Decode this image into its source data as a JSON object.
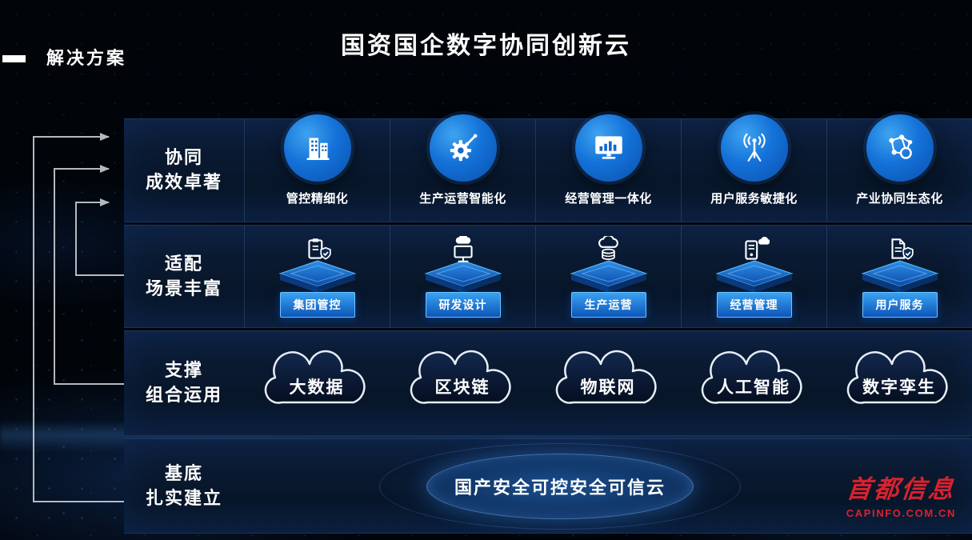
{
  "header": {
    "section_label": "解决方案",
    "title": "国资国企数字协同创新云"
  },
  "colors": {
    "accent_blue": "#1f7fe0",
    "deep_blue": "#0b2550",
    "panel_blue": "#0a1a33",
    "arrow_gray": "#c2c9cf",
    "logo_red": "#d8222f",
    "text": "#ffffff"
  },
  "bands": [
    {
      "name": "协同成效卓著",
      "label_lines": [
        "协同",
        "成效卓著"
      ],
      "items": [
        {
          "label": "管控精细化",
          "icon": "buildings-icon"
        },
        {
          "label": "生产运营智能化",
          "icon": "gear-icon"
        },
        {
          "label": "经营管理一体化",
          "icon": "monitor-chart-icon"
        },
        {
          "label": "用户服务敏捷化",
          "icon": "signal-tower-icon"
        },
        {
          "label": "产业协同生态化",
          "icon": "network-nodes-icon"
        }
      ]
    },
    {
      "name": "适配场景丰富",
      "label_lines": [
        "适配",
        "场景丰富"
      ],
      "items": [
        {
          "label": "集团管控",
          "icon": "clipboard-shield-icon"
        },
        {
          "label": "研发设计",
          "icon": "monitor-cloud-icon"
        },
        {
          "label": "生产运营",
          "icon": "cloud-database-icon"
        },
        {
          "label": "经营管理",
          "icon": "server-cloud-icon"
        },
        {
          "label": "用户服务",
          "icon": "document-shield-icon"
        }
      ]
    },
    {
      "name": "支撑组合运用",
      "label_lines": [
        "支撑",
        "组合运用"
      ],
      "items": [
        {
          "label": "大数据",
          "icon": "cloud-shape"
        },
        {
          "label": "区块链",
          "icon": "cloud-shape"
        },
        {
          "label": "物联网",
          "icon": "cloud-shape"
        },
        {
          "label": "人工智能",
          "icon": "cloud-shape"
        },
        {
          "label": "数字孪生",
          "icon": "cloud-shape"
        }
      ]
    },
    {
      "name": "基底扎实建立",
      "label_lines": [
        "基底",
        "扎实建立"
      ],
      "platform_label": "国产安全可控安全可信云"
    }
  ],
  "logo": {
    "brand": "首都信息",
    "domain": "CAPINFO.COM.CN"
  }
}
